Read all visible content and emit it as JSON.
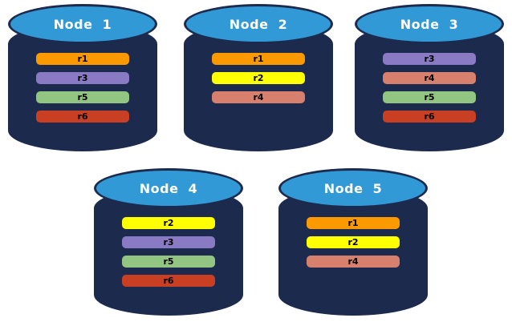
{
  "colors": {
    "background": "#FFFFFF",
    "cylinder_body": "#1C2A4D",
    "cylinder_top": "#3199D6",
    "title_text": "#FFFFFF",
    "bar_text": "#000000"
  },
  "nodes": [
    {
      "title": "Node  1",
      "bars": [
        {
          "label": "r1",
          "color": "#FB9900"
        },
        {
          "label": "r3",
          "color": "#8A7AC3"
        },
        {
          "label": "r5",
          "color": "#91C581"
        },
        {
          "label": "r6",
          "color": "#C93F24"
        }
      ]
    },
    {
      "title": "Node  2",
      "bars": [
        {
          "label": "r1",
          "color": "#FB9900"
        },
        {
          "label": "r2",
          "color": "#FEFF00"
        },
        {
          "label": "r4",
          "color": "#D8806E"
        }
      ]
    },
    {
      "title": "Node  3",
      "bars": [
        {
          "label": "r3",
          "color": "#8A7AC3"
        },
        {
          "label": "r4",
          "color": "#D8806E"
        },
        {
          "label": "r5",
          "color": "#91C581"
        },
        {
          "label": "r6",
          "color": "#C93F24"
        }
      ]
    },
    {
      "title": "Node  4",
      "bars": [
        {
          "label": "r2",
          "color": "#FEFF00"
        },
        {
          "label": "r3",
          "color": "#8A7AC3"
        },
        {
          "label": "r5",
          "color": "#91C581"
        },
        {
          "label": "r6",
          "color": "#C93F24"
        }
      ]
    },
    {
      "title": "Node  5",
      "bars": [
        {
          "label": "r1",
          "color": "#FB9900"
        },
        {
          "label": "r2",
          "color": "#FEFF00"
        },
        {
          "label": "r4",
          "color": "#D8806E"
        }
      ]
    }
  ]
}
